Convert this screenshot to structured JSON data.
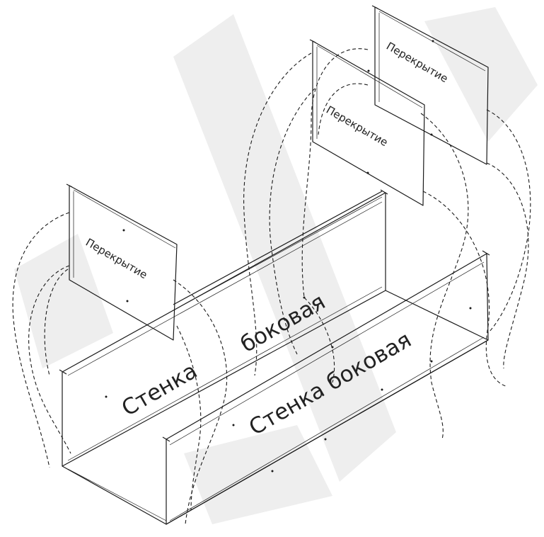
{
  "labels": {
    "cover_top": "Перекрытие",
    "cover_middle": "Перекрытие",
    "cover_left": "Перекрытие",
    "wall_back_part1": "Стенка",
    "wall_back_part2": "боковая",
    "wall_front": "Стенка боковая"
  },
  "colors": {
    "line": "#1a1a1a",
    "watermark": "#eeeeee",
    "background": "#ffffff"
  }
}
